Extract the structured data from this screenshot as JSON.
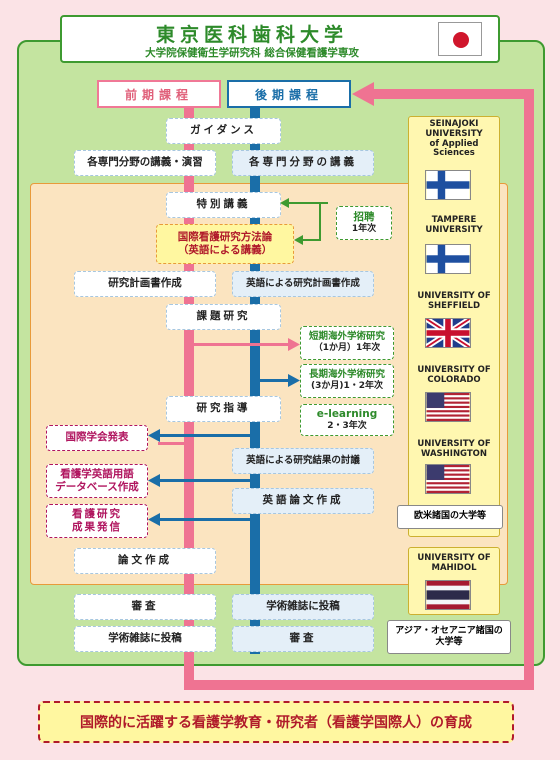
{
  "header": {
    "title": "東京医科歯科大学",
    "subtitle": "大学院保健衛生学研究科 総合保健看護学専攻"
  },
  "tabs": {
    "front": "前期課程",
    "back": "後期課程"
  },
  "nodes": {
    "guidance": "ガイダンス",
    "lecture_front": "各専門分野の講義・演習",
    "lecture_back": "各専門分野の講義",
    "special_lecture": "特別講義",
    "methods_line1": "国際看護研究方法論",
    "methods_line2": "（英語による講義）",
    "invite_label": "招聘",
    "invite_year": "1年次",
    "plan_front": "研究計画書作成",
    "plan_back": "英語による研究計画書作成",
    "topic_research": "課題研究",
    "short_abroad_line1": "短期海外学術研究",
    "short_abroad_line2": "（1か月）1年次",
    "long_abroad_line1": "長期海外学術研究",
    "long_abroad_line2": "(3か月)1・2年次",
    "elearning_line1": "e-learning",
    "elearning_line2": "2・3年次",
    "research_guidance": "研究指導",
    "intl_conference": "国際学会発表",
    "discussion": "英語による研究結果の討議",
    "terms_db_line1": "看護学英語用語",
    "terms_db_line2": "データベース作成",
    "english_thesis": "英語論文作成",
    "dissemination_line1": "看護研究",
    "dissemination_line2": "成果発信",
    "thesis": "論文作成",
    "review_front": "審査",
    "journal_back": "学術雑誌に投稿",
    "journal_front": "学術雑誌に投稿",
    "review_back": "審査"
  },
  "universities": {
    "seinajoki_1": "SEINAJOKI",
    "seinajoki_2": "UNIVERSITY",
    "seinajoki_3": "of Applied",
    "seinajoki_4": "Sciences",
    "tampere_1": "TAMPERE",
    "tampere_2": "UNIVERSITY",
    "sheffield_1": "UNIVERSITY OF",
    "sheffield_2": "SHEFFIELD",
    "colorado_1": "UNIVERSITY OF",
    "colorado_2": "COLORADO",
    "washington_1": "UNIVERSITY OF",
    "washington_2": "WASHINGTON",
    "europe_us": "欧米諸国の大学等",
    "mahidol_1": "UNIVERSITY OF",
    "mahidol_2": "MAHIDOL",
    "asia_1": "アジア・オセアニア諸国の",
    "asia_2": "大学等"
  },
  "flags": [
    "japan",
    "finland",
    "finland",
    "united-kingdom",
    "united-states",
    "united-states",
    "thailand"
  ],
  "footer": {
    "goal": "国際的に活躍する看護学教育・研究者（看護学国際人）の育成"
  },
  "colors": {
    "green": "#3e9a30",
    "pink": "#ef7392",
    "blue": "#1a6ea8",
    "red": "#b01a2a"
  }
}
